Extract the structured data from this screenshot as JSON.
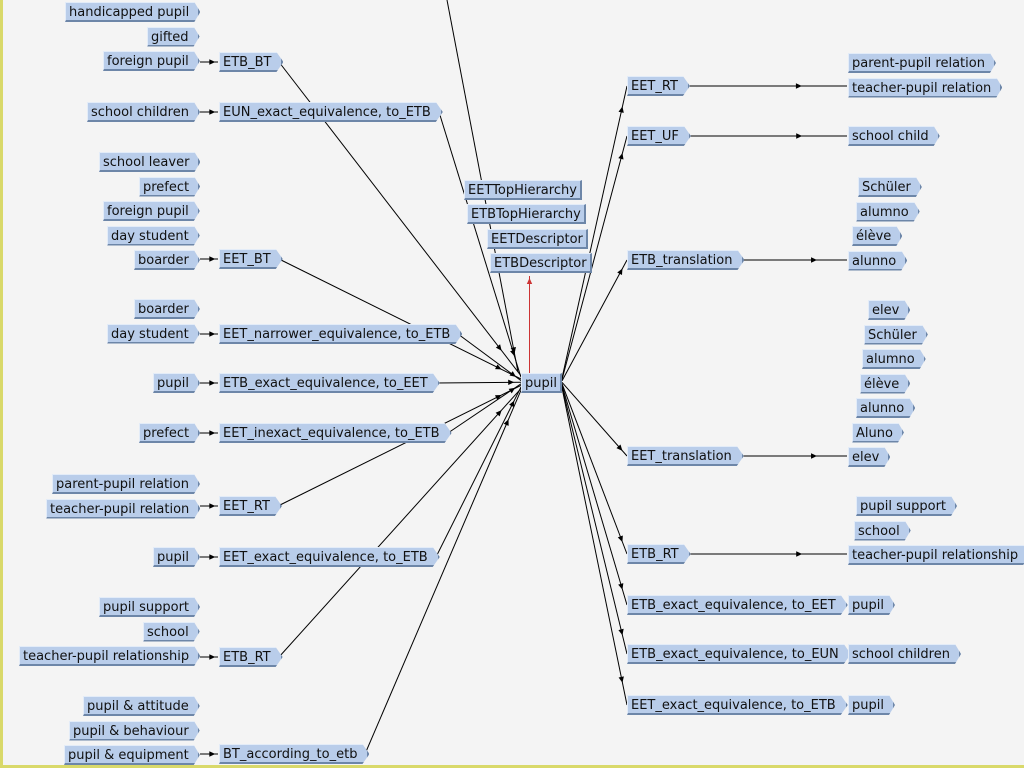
{
  "center": {
    "label": "pupil"
  },
  "top_stack": [
    "EETTopHierarchy",
    "ETBTopHierarchy",
    "EETDescriptor",
    "ETBDescriptor"
  ],
  "left_relations": [
    {
      "label": "ETB_BT",
      "targets": [
        "handicapped pupil",
        "gifted",
        "foreign pupil"
      ]
    },
    {
      "label": "EUN_exact_equivalence, to_ETB",
      "targets": [
        "school children"
      ]
    },
    {
      "label": "EET_BT",
      "targets": [
        "school leaver",
        "prefect",
        "foreign pupil",
        "day student",
        "boarder"
      ]
    },
    {
      "label": "EET_narrower_equivalence, to_ETB",
      "targets": [
        "boarder",
        "day student"
      ]
    },
    {
      "label": "ETB_exact_equivalence, to_EET",
      "targets": [
        "pupil"
      ]
    },
    {
      "label": "EET_inexact_equivalence, to_ETB",
      "targets": [
        "prefect"
      ]
    },
    {
      "label": "EET_RT",
      "targets": [
        "parent-pupil relation",
        "teacher-pupil relation"
      ]
    },
    {
      "label": "EET_exact_equivalence, to_ETB",
      "targets": [
        "pupil"
      ]
    },
    {
      "label": "ETB_RT",
      "targets": [
        "pupil support",
        "school",
        "teacher-pupil relationship"
      ]
    },
    {
      "label": "BT_according_to_etb",
      "targets": [
        "pupil & attitude",
        "pupil & behaviour",
        "pupil & equipment"
      ]
    }
  ],
  "right_relations": [
    {
      "label": "EET_RT",
      "targets": [
        "parent-pupil relation",
        "teacher-pupil relation"
      ]
    },
    {
      "label": "EET_UF",
      "targets": [
        "school child"
      ]
    },
    {
      "label": "ETB_translation",
      "targets": [
        "Schüler",
        "alumno",
        "élève",
        "alunno"
      ]
    },
    {
      "label": "EET_translation",
      "targets": [
        "elev",
        "Schüler",
        "alumno",
        "élève",
        "alunno",
        "Aluno",
        "elev"
      ]
    },
    {
      "label": "ETB_RT",
      "targets": [
        "pupil support",
        "school",
        "teacher-pupil relationship"
      ]
    },
    {
      "label": "ETB_exact_equivalence, to_EET",
      "targets": [
        "pupil"
      ]
    },
    {
      "label": "ETB_exact_equivalence, to_EUN",
      "targets": [
        "school children"
      ]
    },
    {
      "label": "EET_exact_equivalence, to_ETB",
      "targets": [
        "pupil"
      ]
    }
  ],
  "colors": {
    "node_fill": "#b9cdea",
    "node_shadow": "#6d86a8",
    "edge": "#000000",
    "hierarchy_edge": "#cc3333",
    "background": "#f4f4f4"
  }
}
